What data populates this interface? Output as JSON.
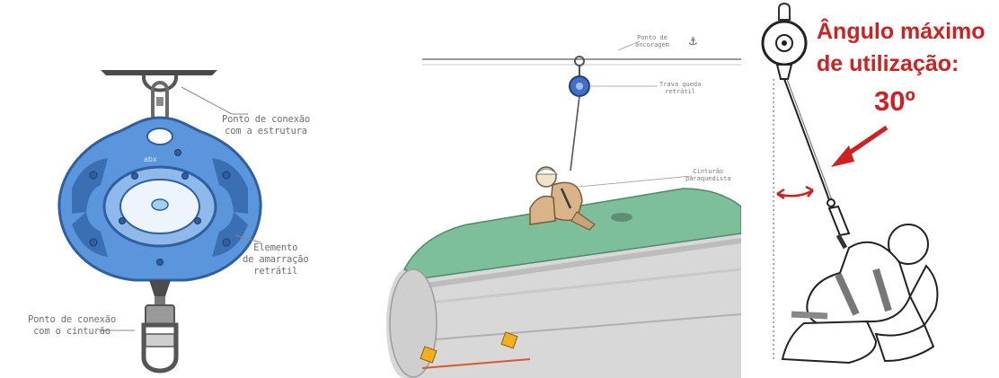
{
  "left_panel": {
    "label_structure": [
      "Ponto de conexão",
      "com a estrutura"
    ],
    "label_element": [
      "Elemento",
      "de amarração",
      "retrátil"
    ],
    "label_harness": [
      "Ponto de conexão",
      "com o cinturão"
    ]
  },
  "middle_panel": {
    "label_anchor": [
      "Ponto de",
      "ancoragem"
    ],
    "label_fall_arrest": [
      "Trava queda",
      "retrátil"
    ],
    "label_harness": [
      "Cinturão",
      "paraquedista"
    ]
  },
  "right_panel": {
    "title_line1": "Ângulo máximo",
    "title_line2": "de utilização:",
    "angle_value": "30º"
  },
  "colors": {
    "device_blue": "#4f8fd8",
    "device_dark": "#2f5f9e",
    "tank_green": "#7dbf9a",
    "alert_red": "#d21f1f",
    "label_grey": "#6e6e6e"
  }
}
